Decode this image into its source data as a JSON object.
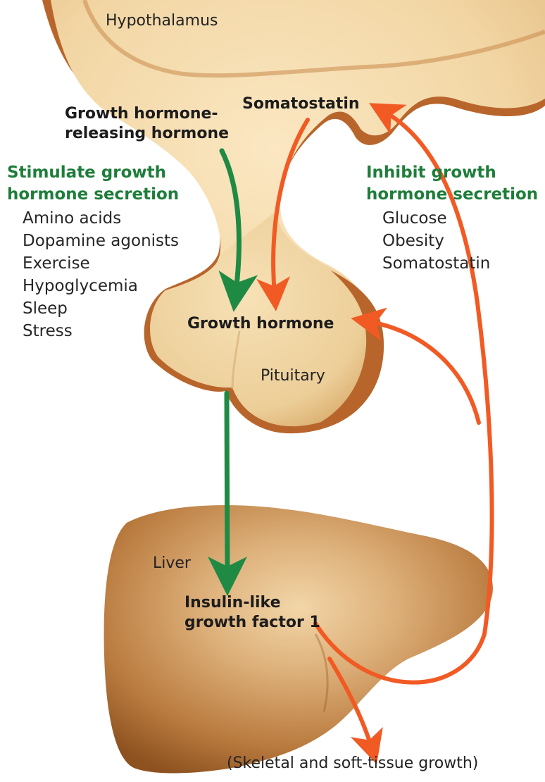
{
  "colors": {
    "tissue_light": "#f6dcae",
    "tissue_mid": "#ead0a0",
    "tissue_shadow": "#b8652c",
    "liver_light": "#d9a36a",
    "liver_dark": "#9c5c24",
    "stimulate_arrow": "#1f8a43",
    "inhibit_arrow": "#f25a24",
    "heading_green": "#1e7d3a"
  },
  "labels": {
    "hypothalamus": "Hypothalamus",
    "ghrh_line1": "Growth hormone-",
    "ghrh_line2": "releasing hormone",
    "somatostatin": "Somatostatin",
    "growth_hormone": "Growth hormone",
    "pituitary": "Pituitary",
    "liver": "Liver",
    "igf1_line1": "Insulin-like",
    "igf1_line2": "growth factor 1",
    "outcome": "(Skeletal and soft-tissue growth)"
  },
  "stimulate": {
    "heading_line1": "Stimulate growth",
    "heading_line2": "hormone secretion",
    "factors": [
      "Amino acids",
      "Dopamine agonists",
      "Exercise",
      "Hypoglycemia",
      "Sleep",
      "Stress"
    ]
  },
  "inhibit": {
    "heading_line1": "Inhibit growth",
    "heading_line2": "hormone secretion",
    "factors": [
      "Glucose",
      "Obesity",
      "Somatostatin"
    ]
  }
}
